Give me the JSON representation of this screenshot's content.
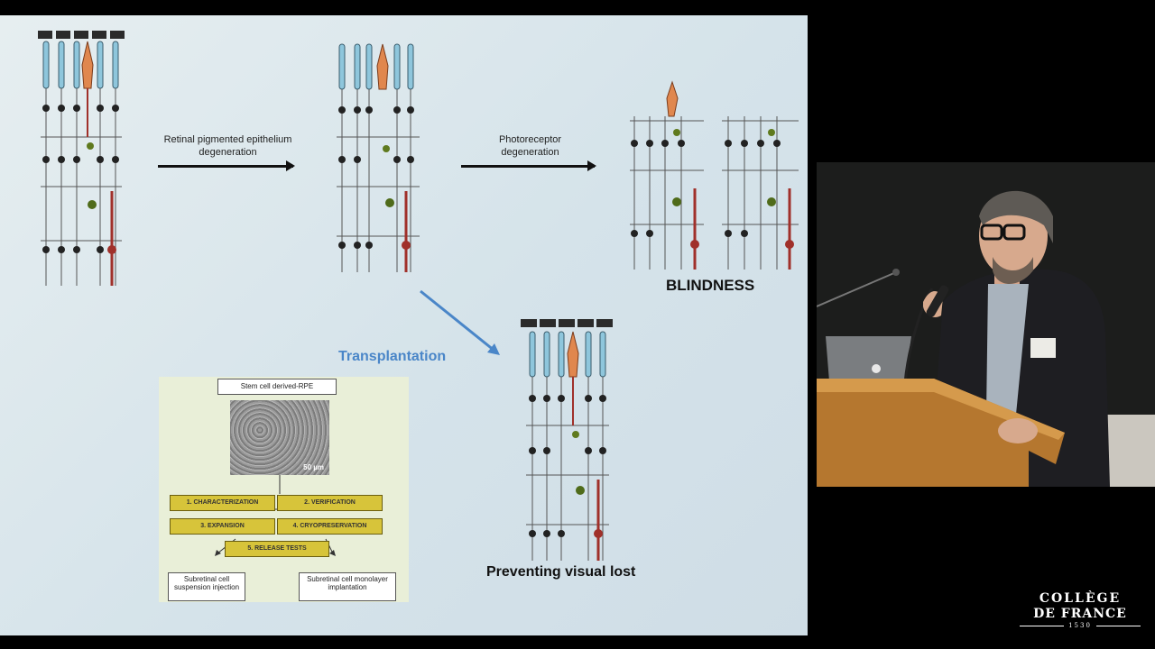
{
  "slide": {
    "arrow_label_1": "Retinal pigmented epithelium degeneration",
    "arrow_label_2": "Photoreceptor degeneration",
    "blindness": "BLINDNESS",
    "transplantation": "Transplantation",
    "preventing": "Preventing visual lost",
    "flowchart": {
      "header": "Stem cell derived-RPE",
      "scale_bar": "50 µm",
      "steps": [
        "1. CHARACTERIZATION",
        "2. VERIFICATION",
        "3. EXPANSION",
        "4. CRYOPRESERVATION",
        "5. RELEASE TESTS"
      ],
      "outcome_left": "Subretinal cell suspension injection",
      "outcome_right": "Subretinal cell monolayer implantation"
    }
  },
  "logo": {
    "line1": "COLLÈGE",
    "line2": "DE FRANCE",
    "year": "1530"
  },
  "colors": {
    "rpe": "#2b2b2b",
    "rod": "#8ec6dc",
    "cone": "#e0874e",
    "bipolar": "#a0302a",
    "transplantation": "#4a86c8"
  }
}
